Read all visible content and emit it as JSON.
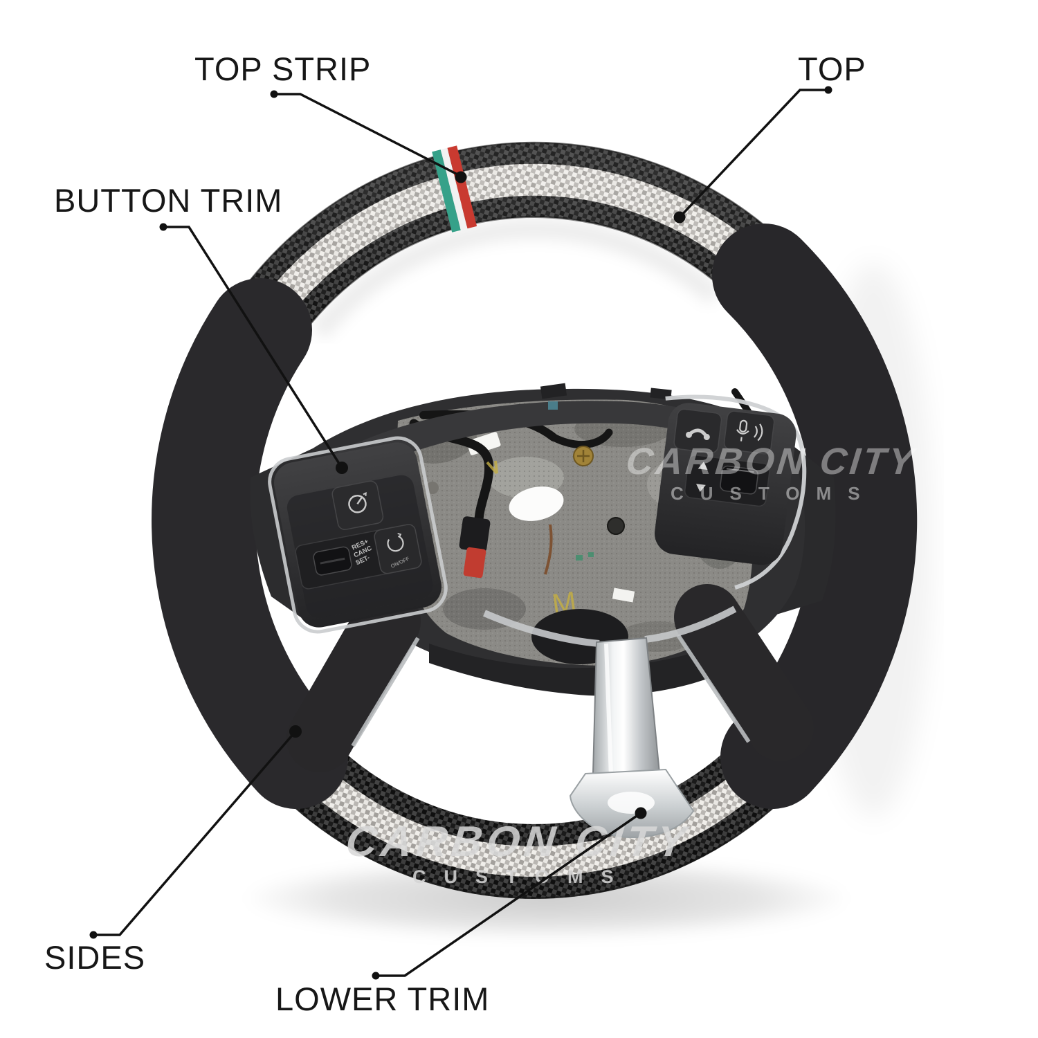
{
  "diagram": {
    "callouts": {
      "top_strip": {
        "label": "TOP STRIP"
      },
      "top": {
        "label": "TOP"
      },
      "button_trim": {
        "label": "BUTTON TRIM"
      },
      "sides": {
        "label": "SIDES"
      },
      "lower_trim": {
        "label": "LOWER TRIM"
      }
    }
  },
  "watermark": {
    "brand": "CARBON CITY",
    "sub": "CUSTOMS"
  },
  "wheel": {
    "controls": {
      "left_cluster": {
        "line1": "RES+",
        "line2": "CANC",
        "line3": "SET-",
        "onoff": "ON/OFF"
      }
    },
    "hub_marking": "M",
    "colors": {
      "carbon_dark": "#232323",
      "carbon_light": "#3d3d3d",
      "silver_stripe": "#d4d2ce",
      "suede_black": "#2a292c",
      "chrome": "#dfe2e4",
      "flag_green": "#36a189",
      "flag_white": "#f2f2f2",
      "flag_red": "#c93a30",
      "label_text": "#171717"
    }
  }
}
